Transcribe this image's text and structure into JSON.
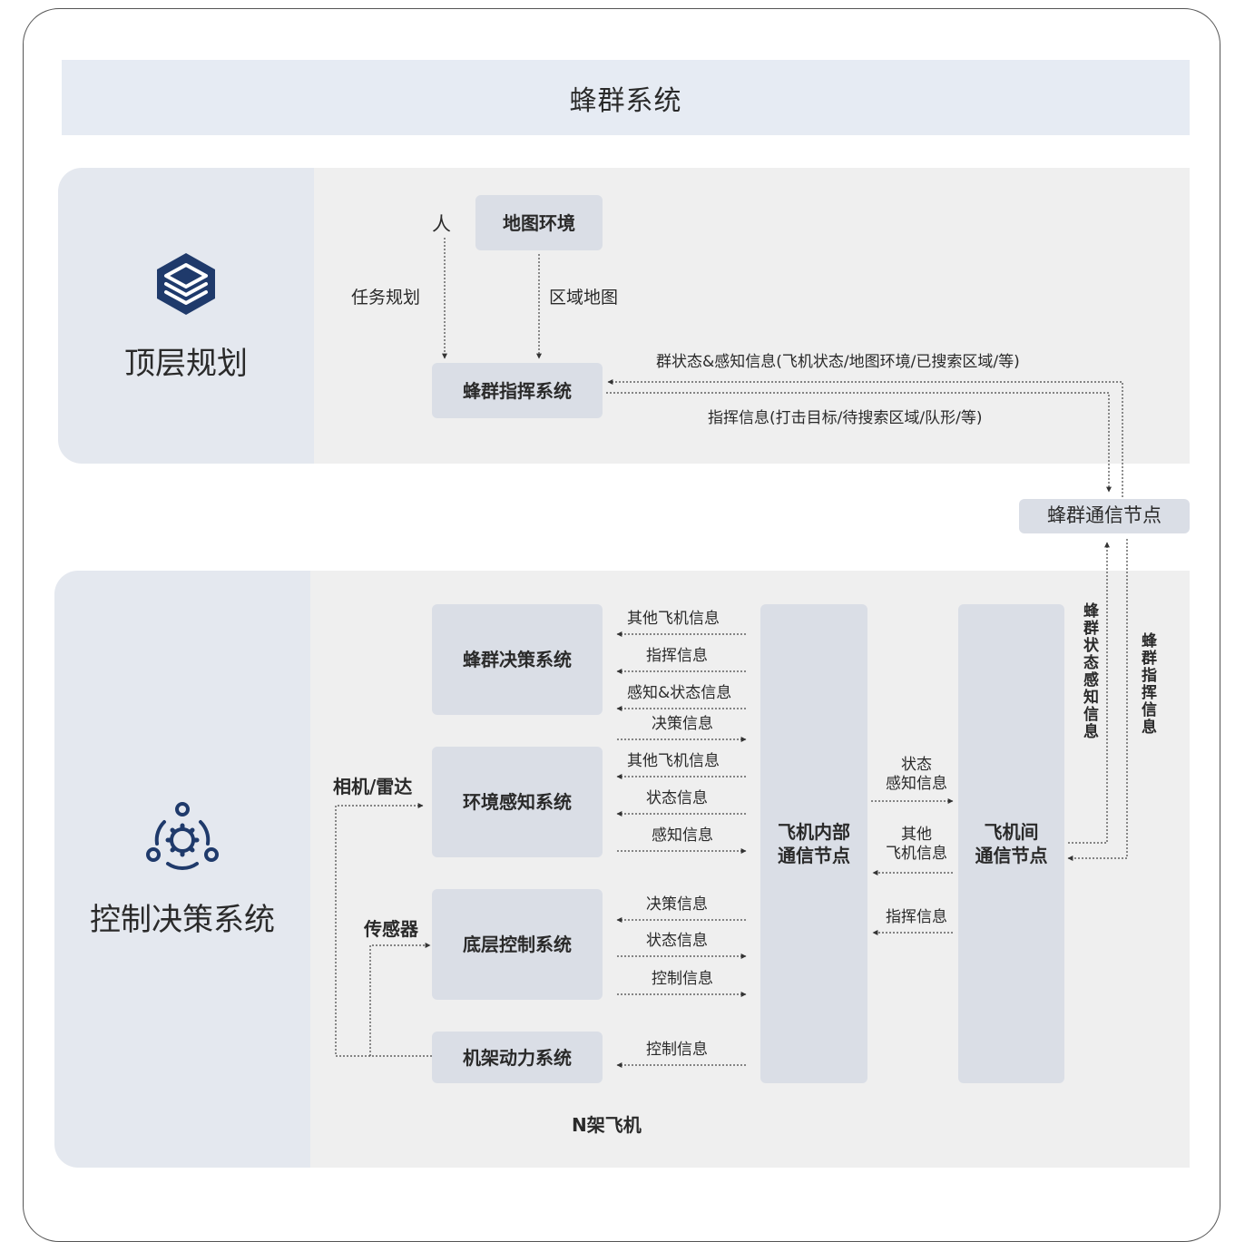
{
  "title": "蜂群系统",
  "top_section": {
    "label": "顶层规划",
    "icon": "stacked-layers-icon",
    "person": "人",
    "map_env": "地图环境",
    "task_planning": "任务规划",
    "area_map": "区域地图",
    "command_system": "蜂群指挥系统",
    "state_info": "群状态&感知信息(飞机状态/地图环境/已搜索区域/等)",
    "command_info": "指挥信息(打击目标/待搜索区域/队形/等)"
  },
  "swarm_comm_node": "蜂群通信节点",
  "bottom_section": {
    "label": "控制决策系统",
    "icon": "network-gear-icon",
    "decision_system": "蜂群决策系统",
    "perception_system": "环境感知系统",
    "control_system": "底层控制系统",
    "airframe_system": "机架动力系统",
    "camera_radar": "相机/雷达",
    "sensor": "传感器",
    "internal_node": "飞机内部\n通信节点",
    "inter_node": "飞机间\n通信节点",
    "aircraft_count": "N架飞机",
    "decision_labels": [
      "其他飞机信息",
      "指挥信息",
      "感知&状态信息",
      "决策信息"
    ],
    "perception_labels": [
      "其他飞机信息",
      "状态信息",
      "感知信息"
    ],
    "control_labels": [
      "决策信息",
      "状态信息",
      "控制信息"
    ],
    "airframe_label": "控制信息",
    "state_perception_info": "状态\n感知信息",
    "other_aircraft_info": "其他\n飞机信息",
    "command_info": "指挥信息",
    "swarm_state_perception": "蜂群状态感知信息",
    "swarm_command_info": "蜂群指挥信息"
  },
  "colors": {
    "banner_bg": "#e6ebf3",
    "panel_bg": "#efefef",
    "label_bg": "#e4e8ef",
    "box_bg": "#dadee6",
    "icon": "#1f3a6b"
  }
}
